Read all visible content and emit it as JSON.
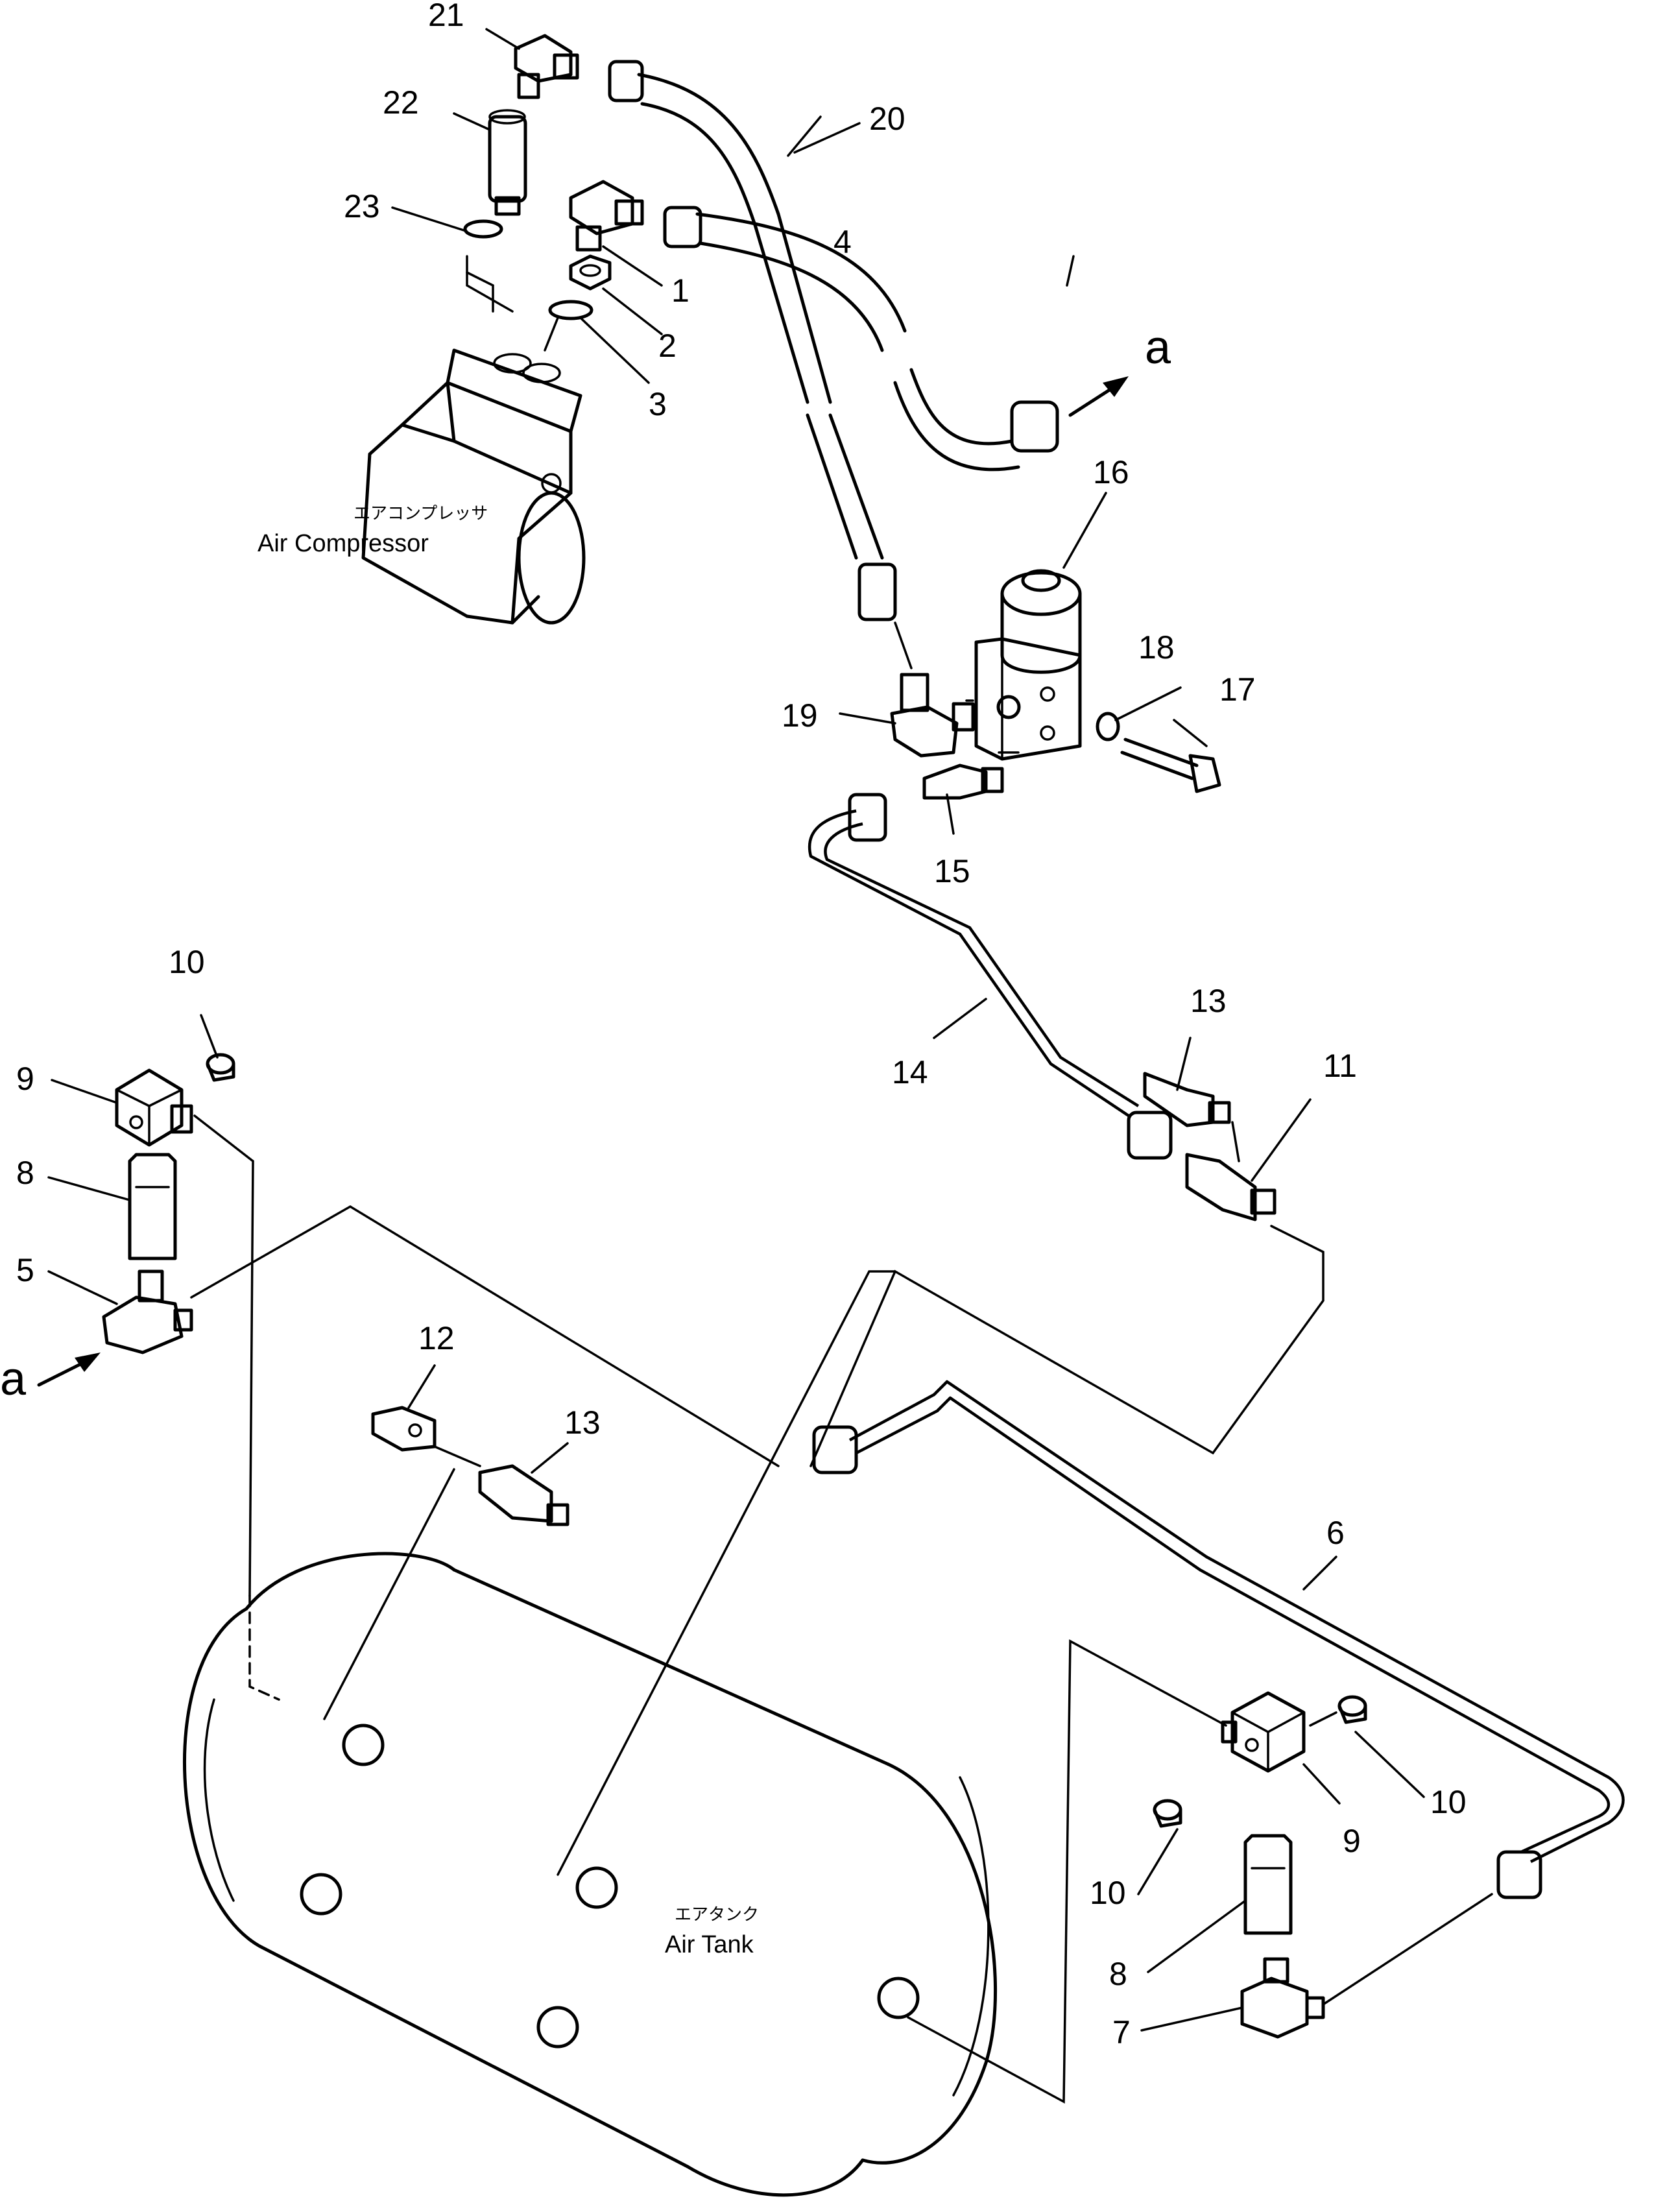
{
  "components": {
    "air_compressor": {
      "label_jp": "エアコンプレッサ",
      "label_en": "Air Compressor"
    },
    "air_tank": {
      "label_jp": "エアタンク",
      "label_en": "Air Tank"
    }
  },
  "reference_marks": {
    "a_top": "a",
    "a_left": "a"
  },
  "callouts": {
    "n1": "1",
    "n2": "2",
    "n3": "3",
    "n4": "4",
    "n5": "5",
    "n6": "6",
    "n7": "7",
    "n8_left": "8",
    "n8_right": "8",
    "n9_left": "9",
    "n9_right": "9",
    "n10_top": "10",
    "n10_right": "10",
    "n10_lower": "10",
    "n11": "11",
    "n12": "12",
    "n13_top": "13",
    "n13_mid": "13",
    "n14": "14",
    "n15": "15",
    "n16": "16",
    "n17": "17",
    "n18": "18",
    "n19": "19",
    "n20": "20",
    "n21": "21",
    "n22": "22",
    "n23": "23"
  }
}
